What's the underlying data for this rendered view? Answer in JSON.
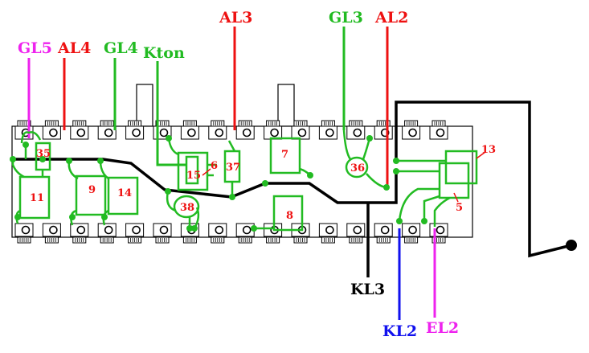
{
  "colors": {
    "green": "#22bb22",
    "red": "#ee1111",
    "magenta": "#ee22ee",
    "blue": "#1111ee",
    "black": "#000000",
    "number": "#ee1111"
  },
  "labels": {
    "gl5": "GL5",
    "al4": "AL4",
    "gl4": "GL4",
    "kton": "Kton",
    "al3": "AL3",
    "gl3": "GL3",
    "al2": "AL2",
    "kl3": "KL3",
    "kl2": "KL2",
    "el2": "EL2"
  },
  "components": {
    "c35": "35",
    "c11": "11",
    "c9": "9",
    "c14": "14",
    "c15": "15",
    "c6": "6",
    "c37": "37",
    "c38": "38",
    "c7": "7",
    "c8": "8",
    "c36": "36",
    "c13": "13",
    "c5": "5"
  }
}
